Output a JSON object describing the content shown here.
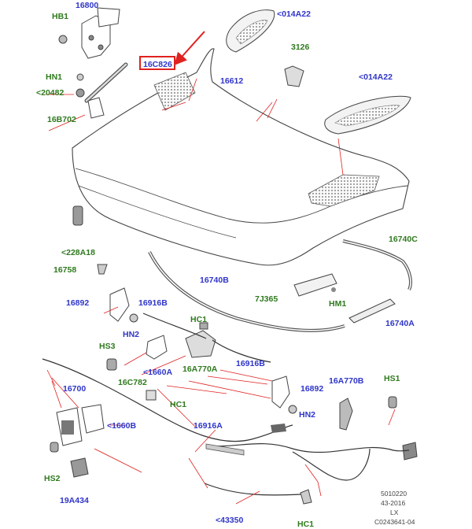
{
  "colors": {
    "blue": "#2f35c9",
    "green": "#2f7a1e",
    "leader": "#e0211f",
    "outline": "#444444",
    "highlight": "#e0211f"
  },
  "labels": {
    "l16800": "16800",
    "lHB1": "HB1",
    "lHN1": "HN1",
    "l20482": "<20482",
    "l16B702": "16B702",
    "l16C826": "16C826",
    "l014A22a": "<014A22",
    "l3126": "3126",
    "l16612": "16612",
    "l014A22b": "<014A22",
    "l228A18": "<228A18",
    "l16758": "16758",
    "l16740C": "16740C",
    "l16740B": "16740B",
    "l7J365": "7J365",
    "lHM1": "HM1",
    "l16740A": "16740A",
    "l16892a": "16892",
    "l16916Ba": "16916B",
    "lHN2a": "HN2",
    "lHC1a": "HC1",
    "lHS3": "HS3",
    "l1660A": "<1660A",
    "l16A770A": "16A770A",
    "l16C782": "16C782",
    "l16916Bb": "16916B",
    "l16892b": "16892",
    "lHN2b": "HN2",
    "l16A770B": "16A770B",
    "lHS1": "HS1",
    "l16700": "16700",
    "lHC1b": "HC1",
    "l1660B": "<1660B",
    "l16916A": "16916A",
    "lHS2": "HS2",
    "l19A434": "19A434",
    "l43350": "<43350",
    "lHC1c": "HC1"
  },
  "footer": {
    "line1": "5010220",
    "line2": "43-2016",
    "line3": "LX",
    "line4": "C0243641-04"
  }
}
